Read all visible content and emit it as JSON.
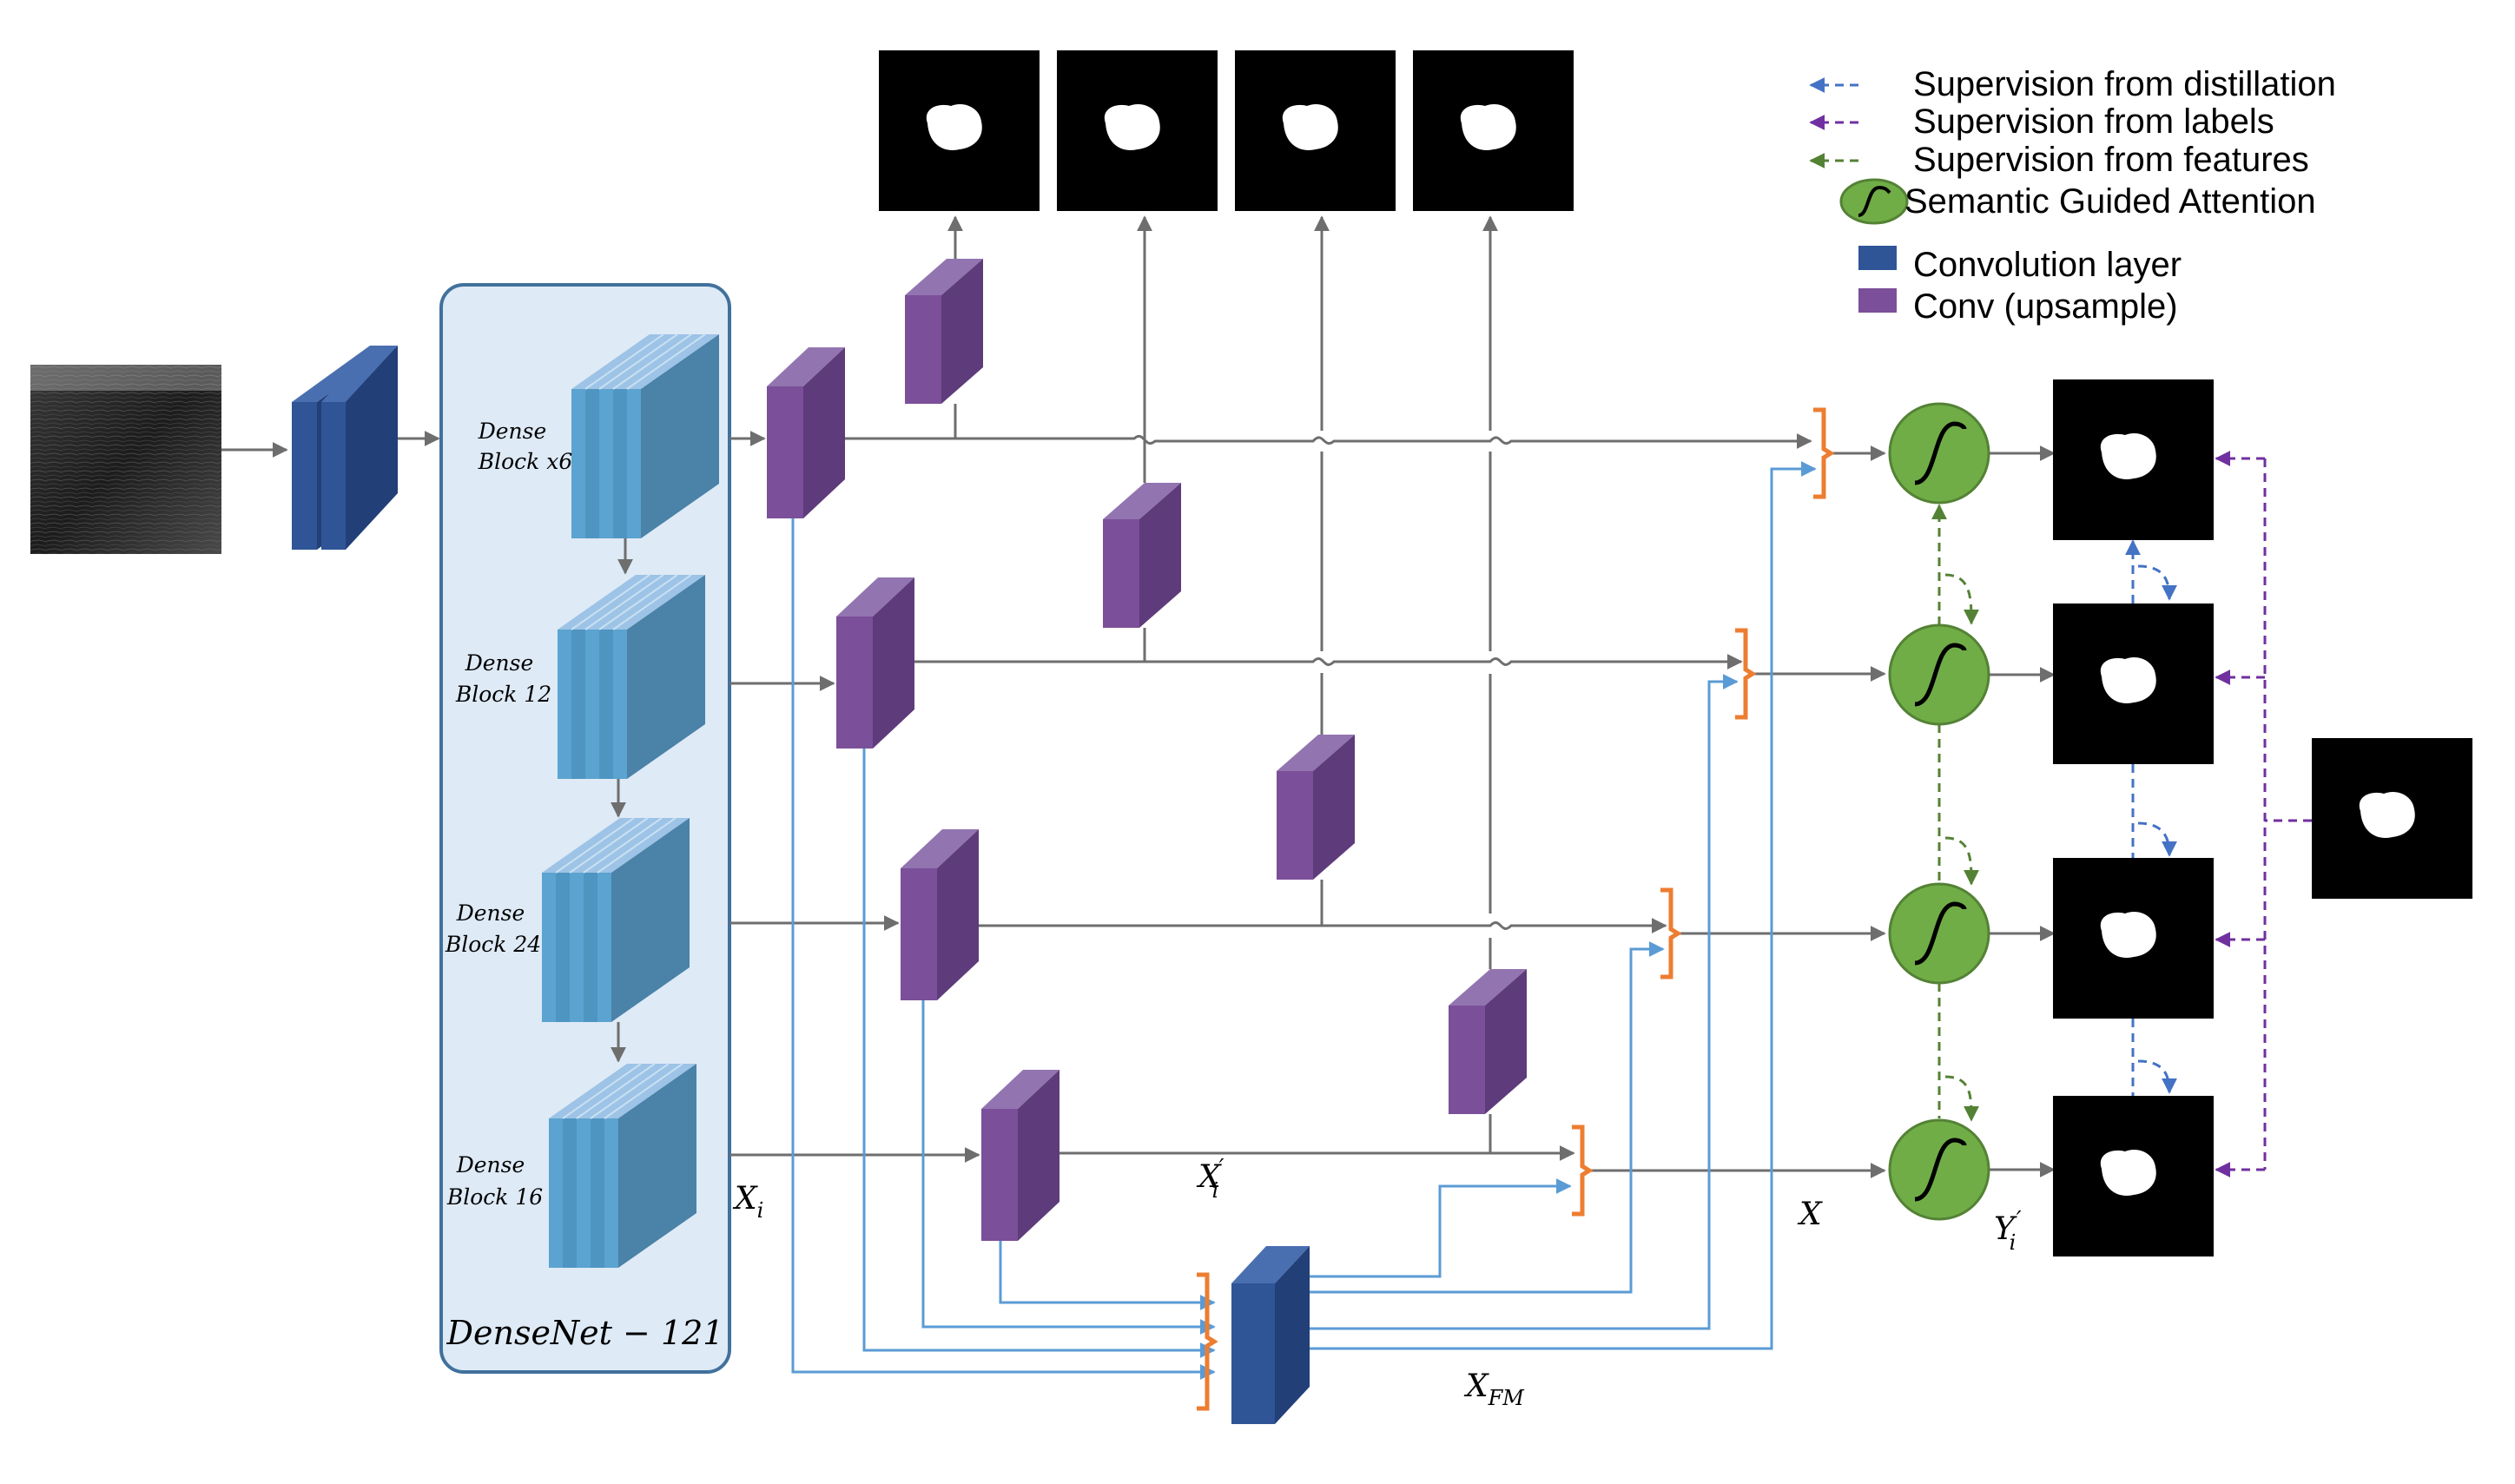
{
  "legend": {
    "distillation": "Supervision from distillation",
    "labels": "Supervision from labels",
    "features": "Supervision from features",
    "sga": "Semantic Guided Attention",
    "conv": "Convolution layer",
    "conv_up": "Conv (upsample)"
  },
  "colors": {
    "conv": "#2F5597",
    "conv_up": "#7B4F99",
    "dense_block": "#5BA3D0",
    "densenet_panel": "#DEEAF6",
    "sga": "#70AD47",
    "bracket": "#ED7D31",
    "arrow_gray": "#6E6E6E",
    "arrow_blue": "#5B9BD5",
    "distillation": "#4472C4",
    "labels": "#7030A0",
    "features": "#548235"
  },
  "encoder": {
    "blocks": [
      {
        "line1": "Dense",
        "line2": "Block x6"
      },
      {
        "line1": "Dense",
        "line2": "Block 12"
      },
      {
        "line1": "Dense",
        "line2": "Block 24"
      },
      {
        "line1": "Dense",
        "line2": "Block 16"
      }
    ],
    "name": "DenseNet − 121"
  },
  "labels": {
    "xi": "X",
    "xi_sub": "i",
    "xi_prime": "X",
    "xi_prime_sub": "i",
    "xi_prime_sup": "′",
    "xfm": "X",
    "xfm_sub": "FM",
    "x": "X",
    "yi": "Y",
    "yi_sub": "i",
    "yi_sup": "′"
  }
}
